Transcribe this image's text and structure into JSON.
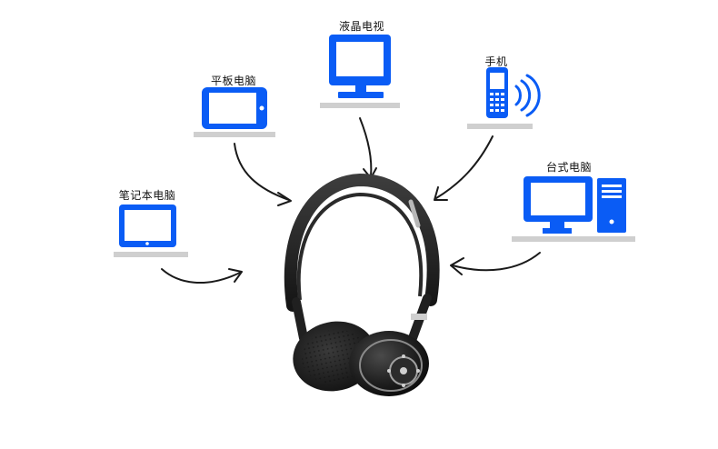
{
  "devices": {
    "tv": {
      "label": "液晶电视",
      "icon": "tv-icon"
    },
    "tablet": {
      "label": "平板电脑",
      "icon": "tablet-icon"
    },
    "phone": {
      "label": "手机",
      "icon": "mobile-phone-icon"
    },
    "laptop": {
      "label": "笔记本电脑",
      "icon": "laptop-icon"
    },
    "desktop": {
      "label": "台式电脑",
      "icon": "desktop-computer-icon"
    }
  },
  "central": {
    "icon": "bluetooth-headphones-icon"
  },
  "colors": {
    "device_blue": "#0a5cf5",
    "shelf_gray": "#cfcfcf",
    "arrow_black": "#1a1a1a",
    "headphone_dark": "#1c1c1c"
  }
}
